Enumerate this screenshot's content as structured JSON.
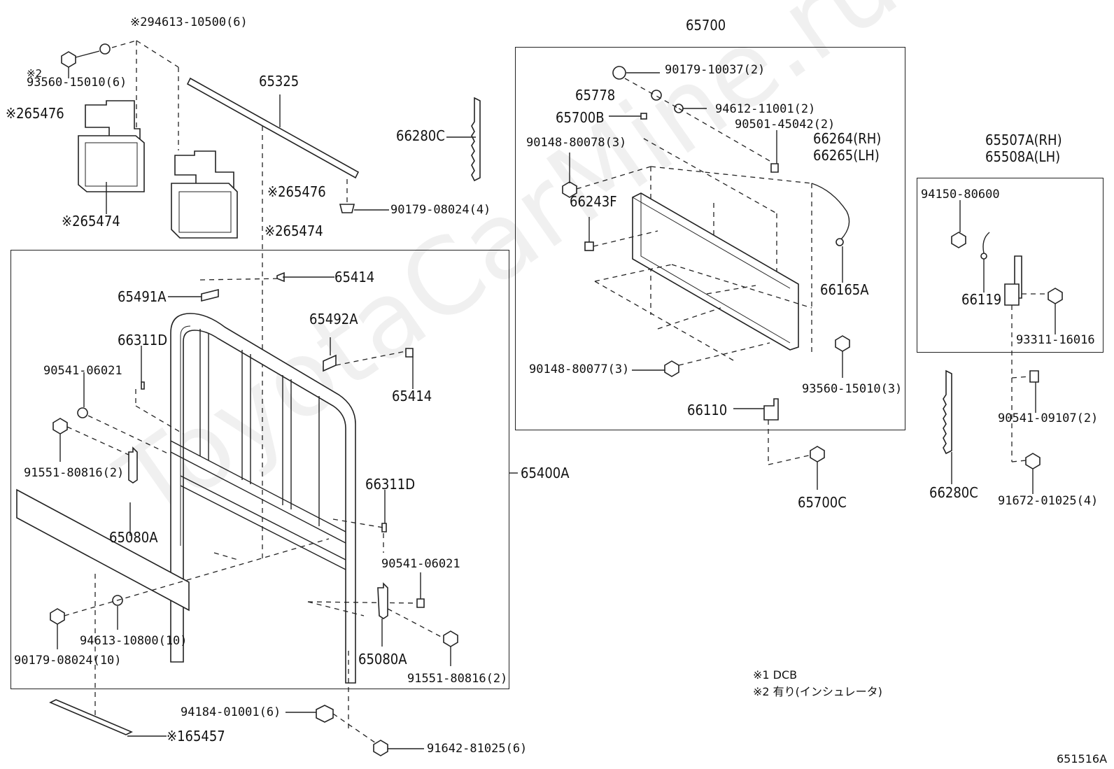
{
  "labels": {
    "p65700": "65700",
    "p94613_10500": "※294613-10500(6)",
    "p93560_15010_6_prefix": "※2",
    "p93560_15010_6": "93560-15010(6)",
    "p65476_a": "※265476",
    "p65474_a": "※265474",
    "p65325": "65325",
    "p66280C_a": "66280C",
    "p65476_b": "※265476",
    "p65474_b": "※265474",
    "p90179_08024_4": "90179-08024(4)",
    "p90179_10037": "90179-10037(2)",
    "p65778": "65778",
    "p94612_11001": "94612-11001(2)",
    "p65700B": "65700B",
    "p90501_45042": "90501-45042(2)",
    "p66264": "66264(RH)",
    "p66265": "66265(LH)",
    "p90148_80078": "90148-80078(3)",
    "p66243F": "66243F",
    "p66165A": "66165A",
    "p65507A": "65507A(RH)",
    "p65508A": "65508A(LH)",
    "p94150_80600": "94150-80600",
    "p66119": "66119",
    "p93311_16016": "93311-16016",
    "p65414_a": "65414",
    "p65491A": "65491A",
    "p65492A": "65492A",
    "p66311D_a": "66311D",
    "p65414_b": "65414",
    "p90541_06021_a": "90541-06021",
    "p91551_80816_a": "91551-80816(2)",
    "p65400A": "65400A",
    "p65080A_a": "65080A",
    "p66311D_b": "66311D",
    "p90541_06021_b": "90541-06021",
    "p94613_10800": "94613-10800(10)",
    "p90179_08024_10": "90179-08024(10)",
    "p65080A_b": "65080A",
    "p91551_80816_b": "91551-80816(2)",
    "p90148_80077": "90148-80077(3)",
    "p93560_15010_3": "93560-15010(3)",
    "p66110": "66110",
    "p65700C": "65700C",
    "p90541_09107": "90541-09107(2)",
    "p66280C_b": "66280C",
    "p91672_01025": "91672-01025(4)",
    "p94184_01001": "94184-01001(6)",
    "p91642_81025": "91642-81025(6)",
    "p165457": "※165457"
  },
  "notes": {
    "note1": "※1 DCB",
    "note2": "※2 有り(インシュレータ)"
  },
  "figure_code": "651516A",
  "watermark": "ToyotaCarMine.ru"
}
